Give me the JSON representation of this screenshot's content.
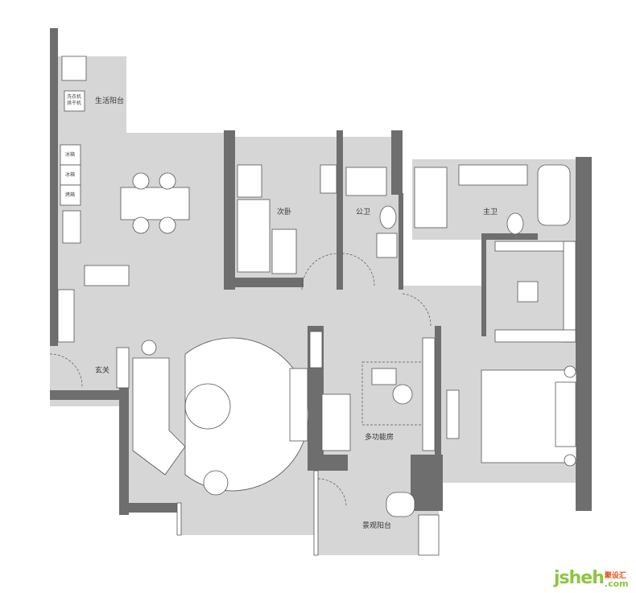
{
  "rooms": {
    "service_balcony": "生活阳台",
    "second_bedroom": "次卧",
    "public_bathroom": "公卫",
    "master_bathroom": "主卫",
    "entrance": "玄关",
    "multi_function_room": "多功能房",
    "view_balcony": "景观阳台"
  },
  "appliances": {
    "washer_dryer_line1": "洗衣机",
    "washer_dryer_line2": "烘干机",
    "fridge1": "冰箱",
    "fridge2": "冰箱",
    "oven": "烤箱"
  },
  "logo": {
    "main_prefix": "j",
    "main": "sheh",
    "cn": "聚设汇",
    "domain": ".com"
  },
  "colors": {
    "floor": "#d6d6d6",
    "wall": "#6e6e6e"
  }
}
